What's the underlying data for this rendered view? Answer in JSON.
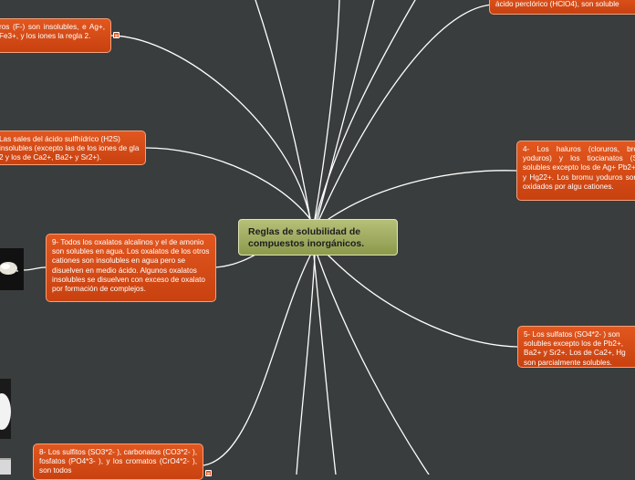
{
  "central_topic": "Reglas de solubilidad de compuestos inorgánicos.",
  "nodes": {
    "fluoruros": "ros (F-) son insolubles, e Ag+, Fe3+, y los iones la regla 2.",
    "sulfuros": "Las sales del ácido sulfhídrico (H2S) insolubles (excepto las de los iones de gla 2 y los de Ca2+, Ba2+ y Sr2+).",
    "oxalatos": "9- Todos los oxalatos alcalinos y el de amonio son solubles en agua. Los oxalatos de los otros cationes son insolubles en agua pero se disuelven en medio ácido. Algunos oxalatos insolubles se disuelven con exceso de oxalato por formación de complejos.",
    "sulfitos": "8- Los sulfitos (SO3*2- ), carbonatos (CO3*2- ), fosfatos (PO4*3- ), y los cromatos (CrO4*2- ), son todos",
    "percloratos": "ácido perclórico (HClO4), son soluble",
    "haluros": "4- Los haluros (cloruros, bro yoduros) y los tiocianatos (S solubles excepto los de Ag+ Pb2+, y Hg22+. Los bromu yoduros son oxidados por algu cationes.",
    "sulfatos": "5- Los sulfatos (SO4*2- ) son solubles excepto los de Pb2+, Ba2+ y Sr2+. Los de Ca2+, Hg son parcialmente solubles."
  },
  "colors": {
    "background": "#3a3d3d",
    "topic_fill": "#a6b264",
    "subtopic_fill": "#d84b16",
    "connector": "#ffffff"
  },
  "icons": [
    "notes-icon"
  ]
}
